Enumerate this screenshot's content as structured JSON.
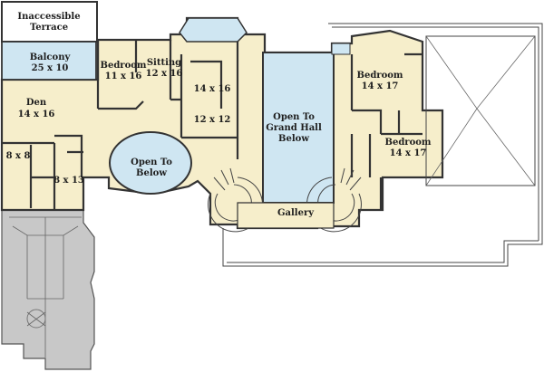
{
  "plan": {
    "colors": {
      "floor": "#f6eecb",
      "open": "#cfe6f2",
      "garage": "#c8c8c8",
      "wall": "#333333",
      "line": "#444444",
      "terrace": "#ffffff"
    },
    "rooms": {
      "terrace": [
        "Inaccessible",
        "Terrace"
      ],
      "balcony": [
        "Balcony",
        "25 x 10"
      ],
      "den": [
        "Den",
        "14 x 16"
      ],
      "bedroom_left": [
        "Bedroom",
        "11 x 16"
      ],
      "sitting": [
        "Sitting",
        "12 x 16"
      ],
      "closet_14x16": "14 x 16",
      "closet_12x12": [
        "12 x 12"
      ],
      "bath_8x8": "8 x 8",
      "bath_8x13": "8 x 13",
      "open_below": [
        "Open To",
        "Below"
      ],
      "grand_hall": [
        "Open To",
        "Grand Hall",
        "Below"
      ],
      "gallery": "Gallery",
      "bedroom_upper_right": [
        "Bedroom",
        "14 x 17"
      ],
      "bedroom_lower_right": [
        "Bedroom",
        "14 x 17"
      ]
    }
  }
}
